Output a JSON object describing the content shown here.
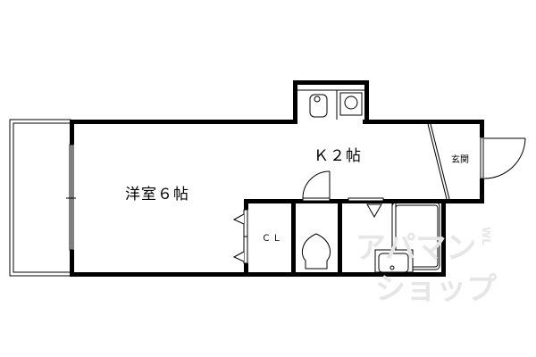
{
  "floor_plan": {
    "rooms": [
      {
        "id": "western-room",
        "label": "洋室６帖"
      },
      {
        "id": "kitchen",
        "label": "Ｋ２帖"
      },
      {
        "id": "entrance",
        "label": "玄関"
      },
      {
        "id": "closet",
        "label": "ＣＬ"
      }
    ],
    "watermark": {
      "line1": "アパマン",
      "line2": "ショップ",
      "small": "WL"
    },
    "colors": {
      "wall": "#000000",
      "background": "#ffffff",
      "watermark": "#e6e6e6"
    }
  }
}
